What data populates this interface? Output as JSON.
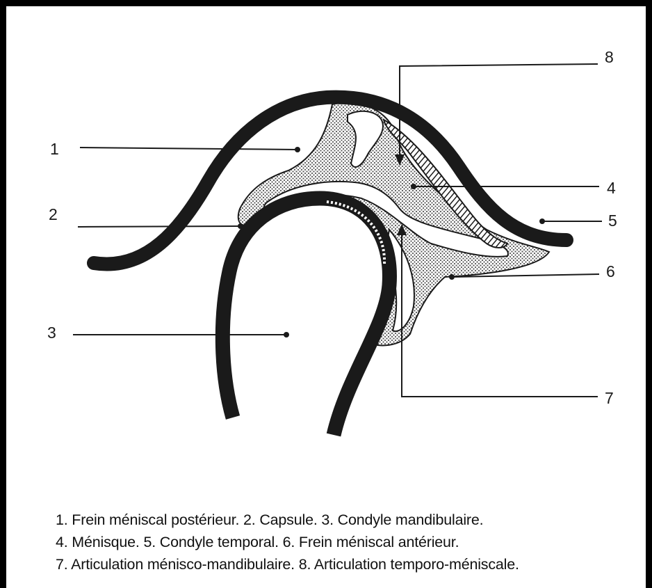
{
  "labels": [
    "1",
    "2",
    "3",
    "4",
    "5",
    "6",
    "7",
    "8"
  ],
  "legend_lines": [
    "1. Frein méniscal postérieur. 2. Capsule. 3. Condyle mandibulaire.",
    "4. Ménisque. 5. Condyle temporal. 6. Frein méniscal antérieur.",
    "7. Articulation ménisco-mandibulaire. 8. Articulation temporo-méniscale."
  ],
  "colors": {
    "bone": "#1a1a1a",
    "stipple": "#555555",
    "frame": "#000000"
  }
}
